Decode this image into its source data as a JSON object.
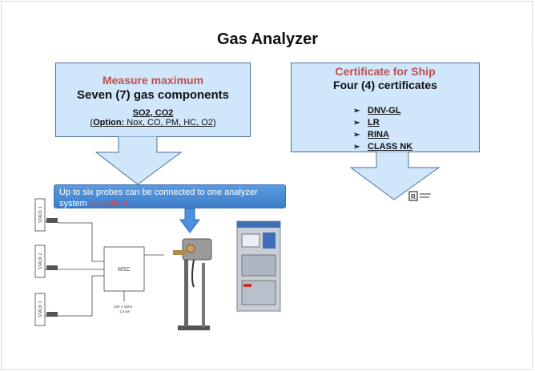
{
  "title": "Gas Analyzer",
  "left_box": {
    "heading": "Measure maximum",
    "main": "Seven (7) gas components",
    "gases": "SO2, CO2",
    "option_open": "(",
    "option_label": "Option:",
    "option_text": " Nox, CO, PM, HC, O2)"
  },
  "right_box": {
    "heading": "Certificate for Ship",
    "main": "Four (4) certificates",
    "certificates": [
      "DNV-GL",
      "LR",
      "RINA",
      "CLASS NK"
    ]
  },
  "banner": {
    "line1": "Up to six probes can be connected to one analyzer",
    "line2_start": "system ",
    "line2_red": "as option!"
  },
  "diagram": {
    "stacks": [
      "STACK 1",
      "STACK 2",
      "STACK 3"
    ],
    "msc_label": "MSC",
    "power": "230 V 50Hz",
    "power2": "1,5 kw"
  },
  "colors": {
    "box_fill": "#cfe6fb",
    "box_border": "#4f6f97",
    "heading_red": "#c0504d",
    "banner_blue": "#4a8bd6",
    "arrow_blue": "#4a8fe0"
  }
}
